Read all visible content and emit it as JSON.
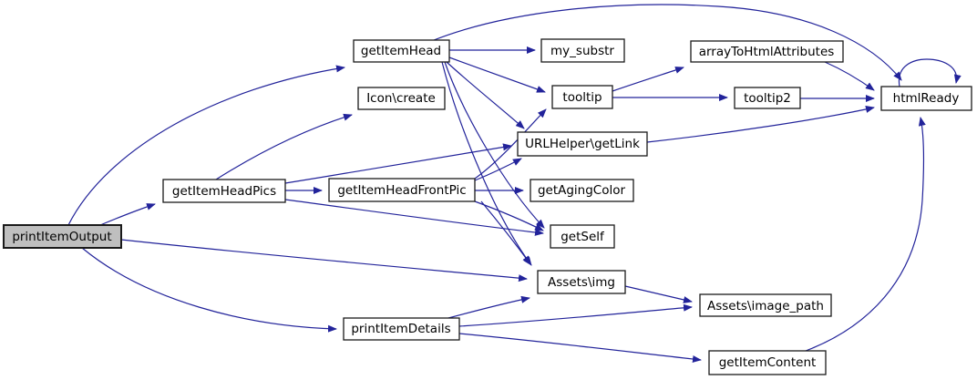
{
  "diagram_type": "function-call-graph",
  "colors": {
    "edge": "#22239a",
    "node_border": "#1a1a1a",
    "node_fill": "#ffffff",
    "selected_node_fill": "#bfbfbf",
    "background": "#ffffff"
  },
  "graph": {
    "nodes": [
      {
        "id": "printItemOutput",
        "label": "printItemOutput",
        "selected": true
      },
      {
        "id": "getItemHead",
        "label": "getItemHead",
        "selected": false
      },
      {
        "id": "getItemHeadPics",
        "label": "getItemHeadPics",
        "selected": false
      },
      {
        "id": "getItemHeadFrontPic",
        "label": "getItemHeadFrontPic",
        "selected": false
      },
      {
        "id": "printItemDetails",
        "label": "printItemDetails",
        "selected": false
      },
      {
        "id": "icon-create",
        "label": "Icon\\create",
        "selected": false
      },
      {
        "id": "my-substr",
        "label": "my_substr",
        "selected": false
      },
      {
        "id": "tooltip",
        "label": "tooltip",
        "selected": false
      },
      {
        "id": "urlhelper-getlink",
        "label": "URLHelper\\getLink",
        "selected": false
      },
      {
        "id": "getAgingColor",
        "label": "getAgingColor",
        "selected": false
      },
      {
        "id": "getSelf",
        "label": "getSelf",
        "selected": false
      },
      {
        "id": "assets-img",
        "label": "Assets\\img",
        "selected": false
      },
      {
        "id": "arrayToHtmlAttributes",
        "label": "arrayToHtmlAttributes",
        "selected": false
      },
      {
        "id": "tooltip2",
        "label": "tooltip2",
        "selected": false
      },
      {
        "id": "assets-image-path",
        "label": "Assets\\image_path",
        "selected": false
      },
      {
        "id": "getItemContent",
        "label": "getItemContent",
        "selected": false
      },
      {
        "id": "htmlReady",
        "label": "htmlReady",
        "selected": false
      }
    ],
    "edges": [
      {
        "from": "printItemOutput",
        "to": "getItemHead"
      },
      {
        "from": "printItemOutput",
        "to": "getItemHeadPics"
      },
      {
        "from": "printItemOutput",
        "to": "assets-img"
      },
      {
        "from": "printItemOutput",
        "to": "printItemDetails"
      },
      {
        "from": "getItemHeadPics",
        "to": "getItemHeadFrontPic"
      },
      {
        "from": "getItemHeadPics",
        "to": "icon-create"
      },
      {
        "from": "getItemHeadPics",
        "to": "urlhelper-getlink"
      },
      {
        "from": "getItemHeadPics",
        "to": "getSelf"
      },
      {
        "from": "getItemHead",
        "to": "my-substr"
      },
      {
        "from": "getItemHead",
        "to": "tooltip"
      },
      {
        "from": "getItemHead",
        "to": "urlhelper-getlink"
      },
      {
        "from": "getItemHead",
        "to": "getSelf"
      },
      {
        "from": "getItemHead",
        "to": "assets-img"
      },
      {
        "from": "getItemHead",
        "to": "htmlReady"
      },
      {
        "from": "getItemHeadFrontPic",
        "to": "tooltip"
      },
      {
        "from": "getItemHeadFrontPic",
        "to": "urlhelper-getlink"
      },
      {
        "from": "getItemHeadFrontPic",
        "to": "getAgingColor"
      },
      {
        "from": "getItemHeadFrontPic",
        "to": "getSelf"
      },
      {
        "from": "getItemHeadFrontPic",
        "to": "assets-img"
      },
      {
        "from": "tooltip",
        "to": "arrayToHtmlAttributes"
      },
      {
        "from": "tooltip",
        "to": "tooltip2"
      },
      {
        "from": "tooltip2",
        "to": "htmlReady"
      },
      {
        "from": "arrayToHtmlAttributes",
        "to": "htmlReady"
      },
      {
        "from": "urlhelper-getlink",
        "to": "htmlReady"
      },
      {
        "from": "htmlReady",
        "to": "htmlReady"
      },
      {
        "from": "assets-img",
        "to": "assets-image-path"
      },
      {
        "from": "printItemDetails",
        "to": "assets-img"
      },
      {
        "from": "printItemDetails",
        "to": "assets-image-path"
      },
      {
        "from": "printItemDetails",
        "to": "getItemContent"
      },
      {
        "from": "getItemContent",
        "to": "htmlReady"
      }
    ]
  }
}
